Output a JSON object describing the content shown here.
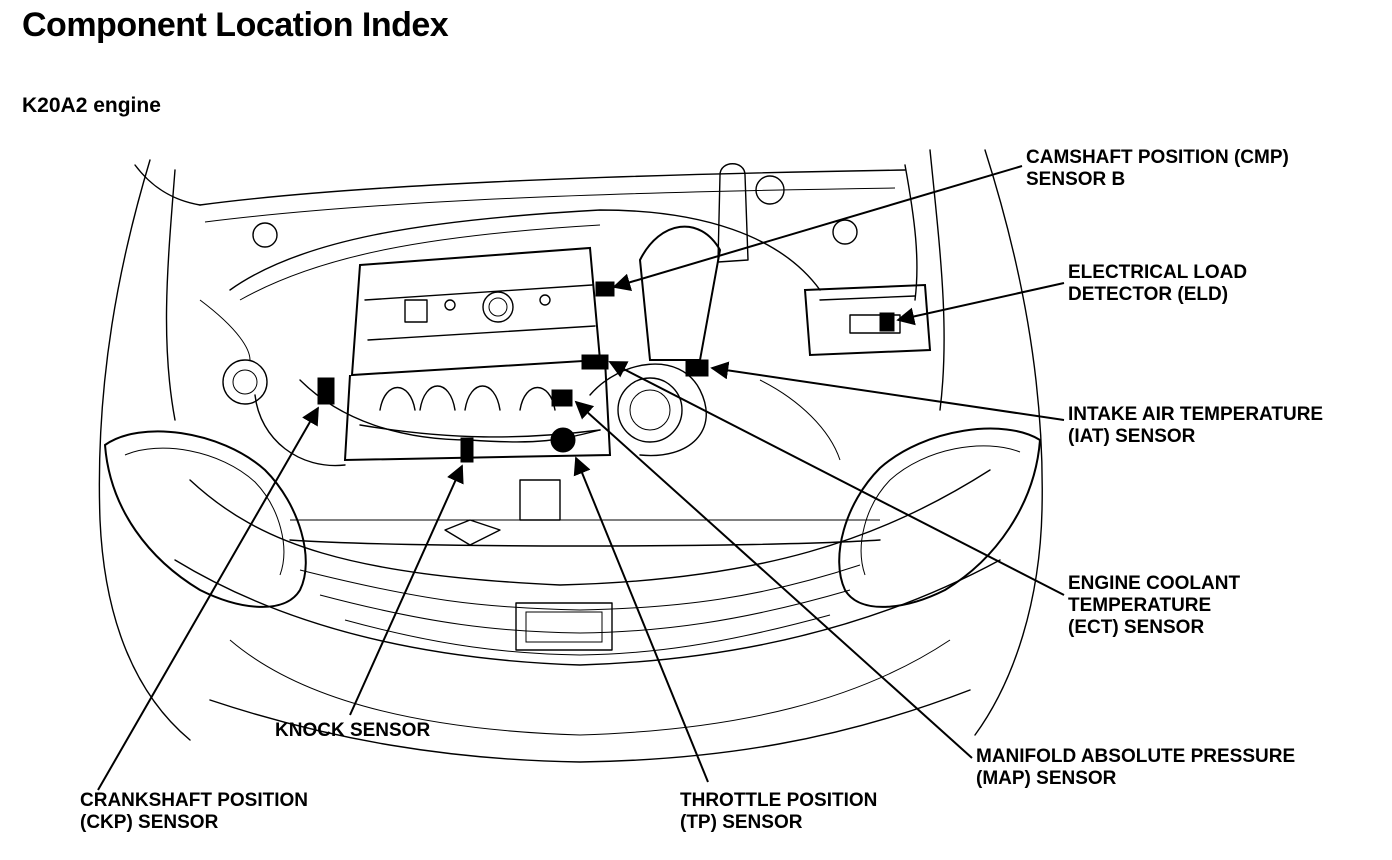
{
  "header": {
    "title": "Component Location Index",
    "subtitle": "K20A2 engine"
  },
  "callouts": [
    {
      "id": "cmp",
      "lines": [
        "CAMSHAFT POSITION (CMP)",
        "SENSOR B"
      ]
    },
    {
      "id": "eld",
      "lines": [
        "ELECTRICAL LOAD",
        "DETECTOR (ELD)"
      ]
    },
    {
      "id": "iat",
      "lines": [
        "INTAKE AIR TEMPERATURE",
        "(IAT) SENSOR"
      ]
    },
    {
      "id": "ect",
      "lines": [
        "ENGINE COOLANT",
        "TEMPERATURE",
        "(ECT) SENSOR"
      ]
    },
    {
      "id": "map",
      "lines": [
        "MANIFOLD ABSOLUTE PRESSURE",
        "(MAP) SENSOR"
      ]
    },
    {
      "id": "tp",
      "lines": [
        "THROTTLE POSITION",
        "(TP) SENSOR"
      ]
    },
    {
      "id": "knock",
      "lines": [
        "KNOCK SENSOR"
      ]
    },
    {
      "id": "ckp",
      "lines": [
        "CRANKSHAFT POSITION",
        "(CKP) SENSOR"
      ]
    }
  ]
}
